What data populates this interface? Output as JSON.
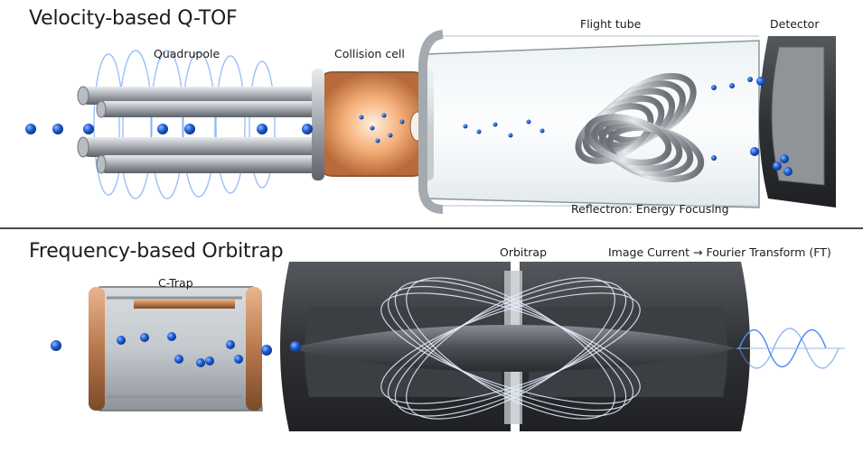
{
  "top": {
    "title": "Velocity-based Q-TOF",
    "labels": {
      "quadrupole": "Quadrupole",
      "collision_cell": "Collision cell",
      "flight_tube": "Flight tube",
      "detector": "Detector",
      "reflectron": "Reflectron: Energy Focusing"
    }
  },
  "bottom": {
    "title": "Frequency-based Orbitrap",
    "labels": {
      "ctrap": "C-Trap",
      "orbitrap": "Orbitrap",
      "image_current": "Image Current → Fourier Transform (FT)"
    }
  },
  "colors": {
    "ion": "#1f5fd6",
    "metal": "#9aa0a6",
    "copper": "#c98a5a",
    "glow": "#f0a060",
    "field": "#4d8ef0",
    "dark_body": "#3a3c40",
    "divider": "#4a4a4a"
  }
}
